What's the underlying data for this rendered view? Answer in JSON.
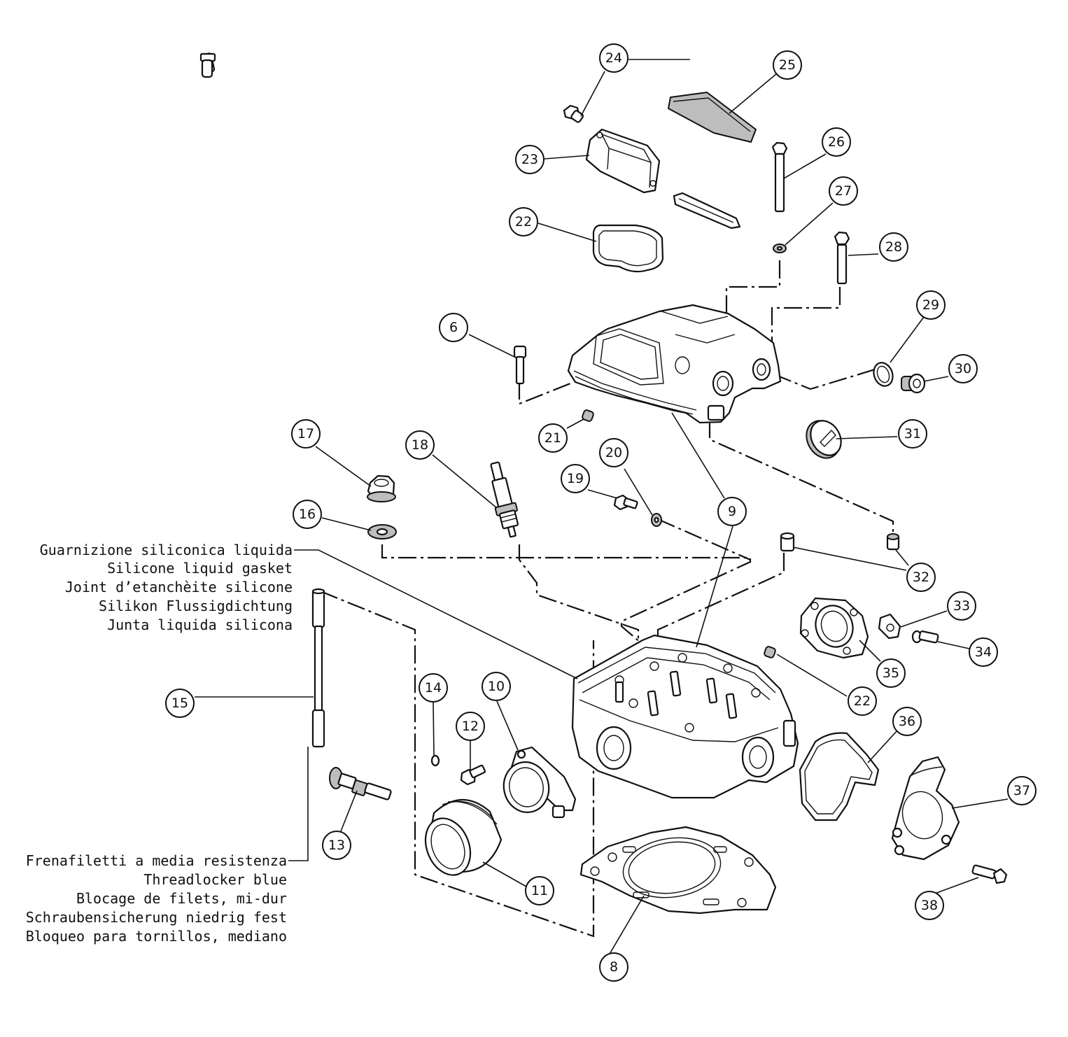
{
  "callouts": [
    {
      "id": "24",
      "label": "24"
    },
    {
      "id": "25",
      "label": "25"
    },
    {
      "id": "23",
      "label": "23"
    },
    {
      "id": "26",
      "label": "26"
    },
    {
      "id": "27",
      "label": "27"
    },
    {
      "id": "22a",
      "label": "22"
    },
    {
      "id": "28",
      "label": "28"
    },
    {
      "id": "29",
      "label": "29"
    },
    {
      "id": "6",
      "label": "6"
    },
    {
      "id": "30",
      "label": "30"
    },
    {
      "id": "21",
      "label": "21"
    },
    {
      "id": "31",
      "label": "31"
    },
    {
      "id": "17",
      "label": "17"
    },
    {
      "id": "18",
      "label": "18"
    },
    {
      "id": "20",
      "label": "20"
    },
    {
      "id": "19",
      "label": "19"
    },
    {
      "id": "9",
      "label": "9"
    },
    {
      "id": "16",
      "label": "16"
    },
    {
      "id": "32",
      "label": "32"
    },
    {
      "id": "33",
      "label": "33"
    },
    {
      "id": "34",
      "label": "34"
    },
    {
      "id": "35",
      "label": "35"
    },
    {
      "id": "22b",
      "label": "22"
    },
    {
      "id": "15",
      "label": "15"
    },
    {
      "id": "14",
      "label": "14"
    },
    {
      "id": "10",
      "label": "10"
    },
    {
      "id": "12",
      "label": "12"
    },
    {
      "id": "36",
      "label": "36"
    },
    {
      "id": "37",
      "label": "37"
    },
    {
      "id": "13",
      "label": "13"
    },
    {
      "id": "11",
      "label": "11"
    },
    {
      "id": "38",
      "label": "38"
    },
    {
      "id": "8",
      "label": "8"
    }
  ],
  "notes": {
    "silicone": [
      "Guarnizione siliconica liquida",
      "Silicone liquid gasket",
      "Joint d’etanchèite silicone",
      "Silikon Flussigdichtung",
      "Junta liquida silicona"
    ],
    "threadlocker": [
      "Frenafiletti a media resistenza",
      "Threadlocker blue",
      "Blocage de filets, mi-dur",
      "Schraubensicherung niedrig fest",
      "Bloqueo para tornillos, mediano"
    ]
  }
}
